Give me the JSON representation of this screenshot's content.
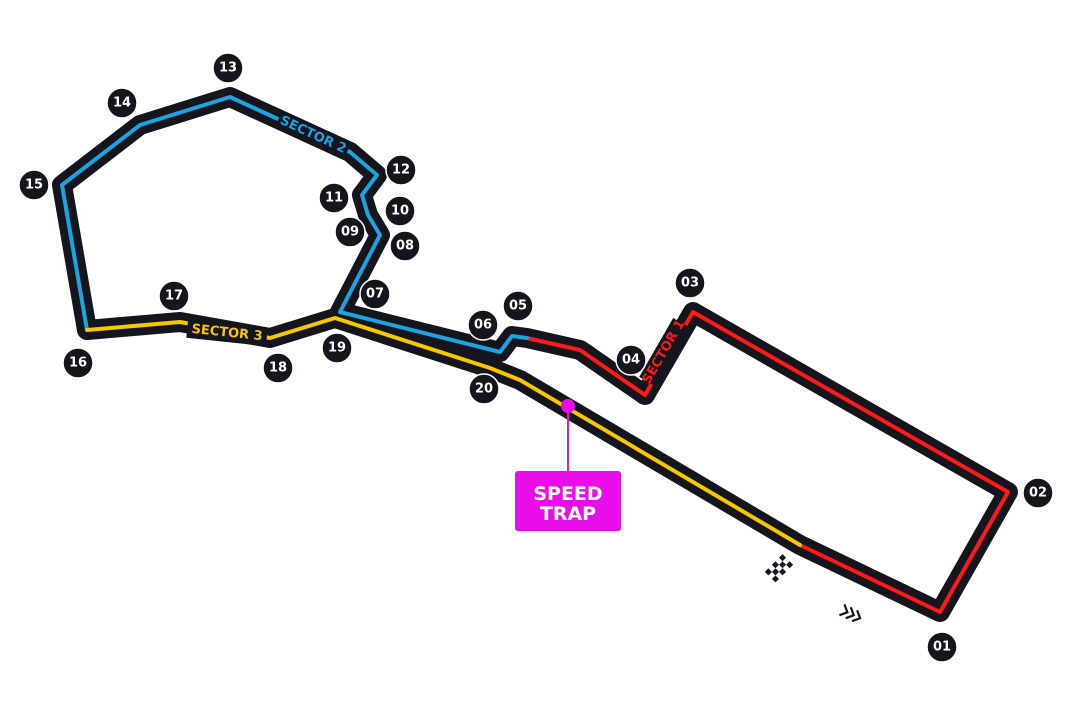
{
  "colors": {
    "track": "#15151e",
    "sector1": "#ff1a1a",
    "sector2": "#1aa5e0",
    "sector3": "#f5c800",
    "speed_trap": "#e90ee9"
  },
  "sectors": {
    "s1": "SECTOR 1",
    "s2": "SECTOR 2",
    "s3": "SECTOR 3"
  },
  "turns": [
    "01",
    "02",
    "03",
    "04",
    "05",
    "06",
    "07",
    "08",
    "09",
    "10",
    "11",
    "12",
    "13",
    "14",
    "15",
    "16",
    "17",
    "18",
    "19",
    "20"
  ],
  "speed_trap": {
    "line1": "SPEED",
    "line2": "TRAP"
  },
  "icons": {
    "finish": "checkered-flag-icon",
    "direction": "direction-chevrons-icon"
  }
}
